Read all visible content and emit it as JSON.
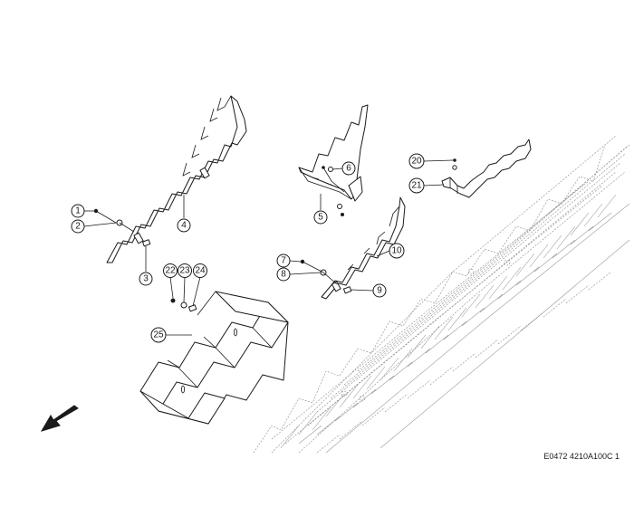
{
  "callouts": [
    {
      "label": "1"
    },
    {
      "label": "2"
    },
    {
      "label": "3"
    },
    {
      "label": "4"
    },
    {
      "label": "5"
    },
    {
      "label": "6"
    },
    {
      "label": "7"
    },
    {
      "label": "8"
    },
    {
      "label": "9"
    },
    {
      "label": "10"
    },
    {
      "label": "20"
    },
    {
      "label": "21"
    },
    {
      "label": "22"
    },
    {
      "label": "23"
    },
    {
      "label": "24"
    },
    {
      "label": "25"
    }
  ],
  "reference_code": "E0472 4210A100C 1",
  "icons": {
    "direction": "arrow-down-left-icon"
  },
  "colors": {
    "line": "#1a1a1a",
    "background": "#ffffff",
    "ghost": "#8a8a8a"
  }
}
